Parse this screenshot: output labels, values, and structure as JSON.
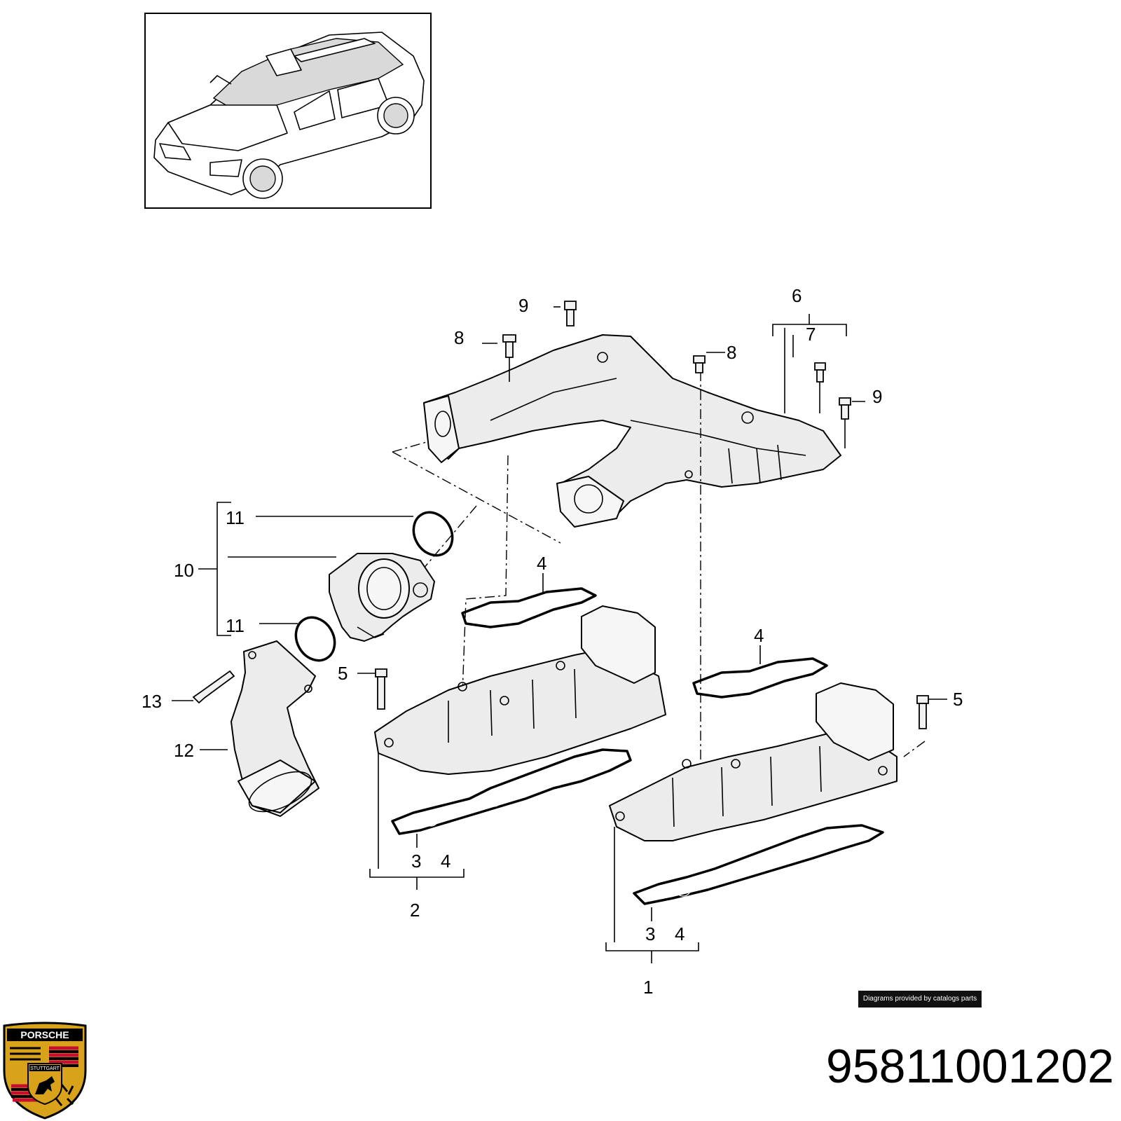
{
  "callouts": {
    "c1": "1",
    "c2": "2",
    "c3a": "3",
    "c4a": "4",
    "c3b": "3",
    "c4b": "4",
    "c4c": "4",
    "c4d": "4",
    "c5a": "5",
    "c5b": "5",
    "c6": "6",
    "c7": "7",
    "c8a": "8",
    "c8b": "8",
    "c9a": "9",
    "c9b": "9",
    "c10": "10",
    "c11a": "11",
    "c11b": "11",
    "c12": "12",
    "c13": "13"
  },
  "credit": "Diagrams provided by catalogs parts",
  "part_number": "95811001202",
  "logo": {
    "brand": "PORSCHE",
    "city": "STUTTGART",
    "colors": {
      "gold": "#d9a21b",
      "red": "#c8102e",
      "black": "#000000"
    }
  },
  "colors": {
    "line": "#000000",
    "part_fill": "#ececec",
    "badge_bg": "#111111"
  }
}
